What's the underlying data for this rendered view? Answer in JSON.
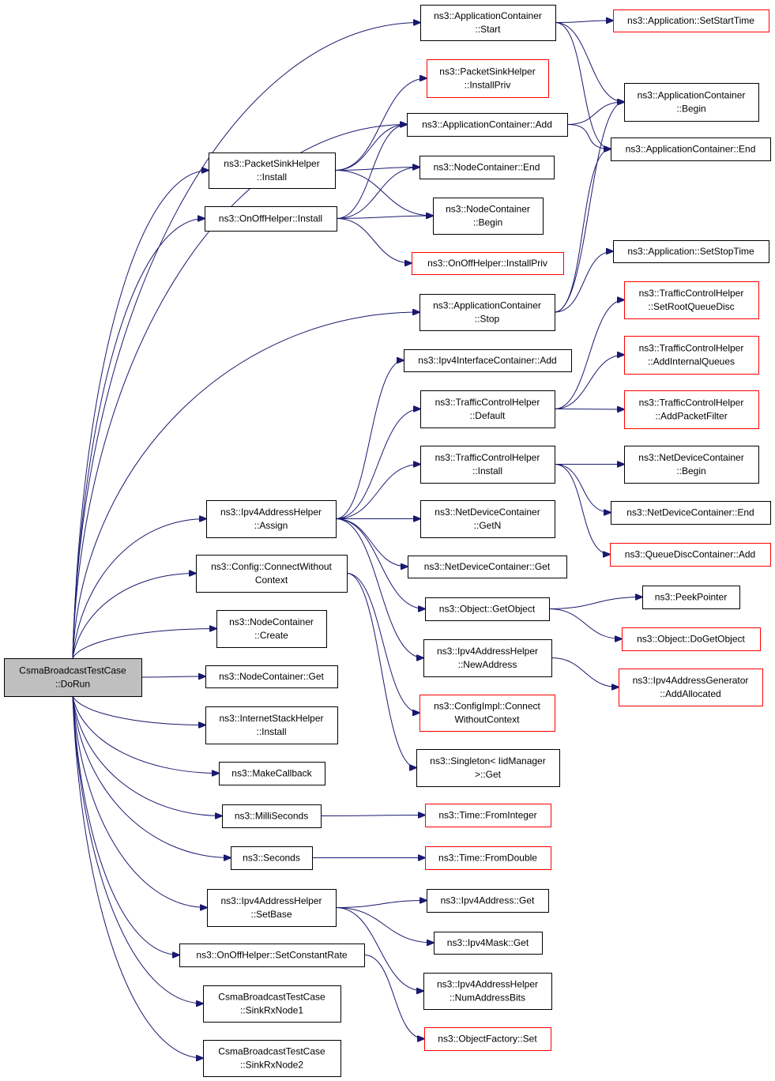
{
  "colors": {
    "edge": "#191970",
    "node_border": "#000000",
    "node_border_external": "#ff0000",
    "root_fill": "#bfbfbf",
    "node_fill": "#ffffff"
  },
  "nodes": {
    "root": {
      "lines": [
        "CsmaBroadcastTestCase",
        "::DoRun"
      ]
    },
    "app_start": {
      "lines": [
        "ns3::ApplicationContainer",
        "::Start"
      ]
    },
    "app_setstarttime": {
      "lines": [
        "ns3::Application::SetStartTime"
      ]
    },
    "packetsink_installpriv": {
      "lines": [
        "ns3::PacketSinkHelper",
        "::InstallPriv"
      ]
    },
    "appcont_begin": {
      "lines": [
        "ns3::ApplicationContainer",
        "::Begin"
      ]
    },
    "appcont_add": {
      "lines": [
        "ns3::ApplicationContainer::Add"
      ]
    },
    "appcont_end": {
      "lines": [
        "ns3::ApplicationContainer::End"
      ]
    },
    "packetsink_install": {
      "lines": [
        "ns3::PacketSinkHelper",
        "::Install"
      ]
    },
    "nodecont_end": {
      "lines": [
        "ns3::NodeContainer::End"
      ]
    },
    "onoff_install": {
      "lines": [
        "ns3::OnOffHelper::Install"
      ]
    },
    "nodecont_begin": {
      "lines": [
        "ns3::NodeContainer",
        "::Begin"
      ]
    },
    "onoff_installpriv": {
      "lines": [
        "ns3::OnOffHelper::InstallPriv"
      ]
    },
    "app_setstoptime": {
      "lines": [
        "ns3::Application::SetStopTime"
      ]
    },
    "appcont_stop": {
      "lines": [
        "ns3::ApplicationContainer",
        "::Stop"
      ]
    },
    "tch_setroot": {
      "lines": [
        "ns3::TrafficControlHelper",
        "::SetRootQueueDisc"
      ]
    },
    "ipv4ic_add": {
      "lines": [
        "ns3::Ipv4InterfaceContainer::Add"
      ]
    },
    "tch_addinternal": {
      "lines": [
        "ns3::TrafficControlHelper",
        "::AddInternalQueues"
      ]
    },
    "tch_default": {
      "lines": [
        "ns3::TrafficControlHelper",
        "::Default"
      ]
    },
    "tch_addpacketfilter": {
      "lines": [
        "ns3::TrafficControlHelper",
        "::AddPacketFilter"
      ]
    },
    "tch_install": {
      "lines": [
        "ns3::TrafficControlHelper",
        "::Install"
      ]
    },
    "ndc_begin": {
      "lines": [
        "ns3::NetDeviceContainer",
        "::Begin"
      ]
    },
    "ipv4ah_assign": {
      "lines": [
        "ns3::Ipv4AddressHelper",
        "::Assign"
      ]
    },
    "ndc_getn": {
      "lines": [
        "ns3::NetDeviceContainer",
        "::GetN"
      ]
    },
    "ndc_end": {
      "lines": [
        "ns3::NetDeviceContainer::End"
      ]
    },
    "qdc_add": {
      "lines": [
        "ns3::QueueDiscContainer::Add"
      ]
    },
    "config_connect": {
      "lines": [
        "ns3::Config::ConnectWithout",
        "Context"
      ]
    },
    "ndc_get": {
      "lines": [
        "ns3::NetDeviceContainer::Get"
      ]
    },
    "peekpointer": {
      "lines": [
        "ns3::PeekPointer"
      ]
    },
    "object_getobject": {
      "lines": [
        "ns3::Object::GetObject"
      ]
    },
    "nodecont_create": {
      "lines": [
        "ns3::NodeContainer",
        "::Create"
      ]
    },
    "object_dogetobject": {
      "lines": [
        "ns3::Object::DoGetObject"
      ]
    },
    "ipv4ah_newaddress": {
      "lines": [
        "ns3::Ipv4AddressHelper",
        "::NewAddress"
      ]
    },
    "nodecont_get": {
      "lines": [
        "ns3::NodeContainer::Get"
      ]
    },
    "ipv4ag_addallocated": {
      "lines": [
        "ns3::Ipv4AddressGenerator",
        "::AddAllocated"
      ]
    },
    "internetstack_install": {
      "lines": [
        "ns3::InternetStackHelper",
        "::Install"
      ]
    },
    "configimpl_connect": {
      "lines": [
        "ns3::ConfigImpl::Connect",
        "WithoutContext"
      ]
    },
    "singleton_get": {
      "lines": [
        "ns3::Singleton< IidManager",
        ">::Get"
      ]
    },
    "makecallback": {
      "lines": [
        "ns3::MakeCallback"
      ]
    },
    "milliseconds": {
      "lines": [
        "ns3::MilliSeconds"
      ]
    },
    "time_frominteger": {
      "lines": [
        "ns3::Time::FromInteger"
      ]
    },
    "seconds": {
      "lines": [
        "ns3::Seconds"
      ]
    },
    "time_fromdouble": {
      "lines": [
        "ns3::Time::FromDouble"
      ]
    },
    "ipv4ah_setbase": {
      "lines": [
        "ns3::Ipv4AddressHelper",
        "::SetBase"
      ]
    },
    "ipv4address_get": {
      "lines": [
        "ns3::Ipv4Address::Get"
      ]
    },
    "ipv4mask_get": {
      "lines": [
        "ns3::Ipv4Mask::Get"
      ]
    },
    "onoff_setconstantrate": {
      "lines": [
        "ns3::OnOffHelper::SetConstantRate"
      ]
    },
    "ipv4ah_numaddressbits": {
      "lines": [
        "ns3::Ipv4AddressHelper",
        "::NumAddressBits"
      ]
    },
    "sinkrxnode1": {
      "lines": [
        "CsmaBroadcastTestCase",
        "::SinkRxNode1"
      ]
    },
    "objectfactory_set": {
      "lines": [
        "ns3::ObjectFactory::Set"
      ]
    },
    "sinkrxnode2": {
      "lines": [
        "CsmaBroadcastTestCase",
        "::SinkRxNode2"
      ]
    }
  },
  "external_nodes": [
    "app_setstarttime",
    "packetsink_installpriv",
    "onoff_installpriv",
    "tch_setroot",
    "tch_addinternal",
    "tch_addpacketfilter",
    "qdc_add",
    "object_dogetobject",
    "ipv4ag_addallocated",
    "configimpl_connect",
    "time_frominteger",
    "time_fromdouble",
    "objectfactory_set"
  ],
  "root_node": "root",
  "edges": [
    [
      "root",
      "app_start"
    ],
    [
      "root",
      "appcont_add"
    ],
    [
      "root",
      "packetsink_install"
    ],
    [
      "root",
      "onoff_install"
    ],
    [
      "root",
      "appcont_stop"
    ],
    [
      "root",
      "ipv4ah_assign"
    ],
    [
      "root",
      "config_connect"
    ],
    [
      "root",
      "nodecont_create"
    ],
    [
      "root",
      "nodecont_get"
    ],
    [
      "root",
      "internetstack_install"
    ],
    [
      "root",
      "makecallback"
    ],
    [
      "root",
      "milliseconds"
    ],
    [
      "root",
      "seconds"
    ],
    [
      "root",
      "ipv4ah_setbase"
    ],
    [
      "root",
      "onoff_setconstantrate"
    ],
    [
      "root",
      "sinkrxnode1"
    ],
    [
      "root",
      "sinkrxnode2"
    ],
    [
      "app_start",
      "app_setstarttime"
    ],
    [
      "app_start",
      "appcont_begin"
    ],
    [
      "app_start",
      "appcont_end"
    ],
    [
      "appcont_add",
      "appcont_begin"
    ],
    [
      "appcont_add",
      "appcont_end"
    ],
    [
      "packetsink_install",
      "packetsink_installpriv"
    ],
    [
      "packetsink_install",
      "appcont_add"
    ],
    [
      "packetsink_install",
      "nodecont_end"
    ],
    [
      "packetsink_install",
      "nodecont_begin"
    ],
    [
      "onoff_install",
      "appcont_add"
    ],
    [
      "onoff_install",
      "nodecont_end"
    ],
    [
      "onoff_install",
      "nodecont_begin"
    ],
    [
      "onoff_install",
      "onoff_installpriv"
    ],
    [
      "appcont_stop",
      "appcont_begin"
    ],
    [
      "appcont_stop",
      "appcont_end"
    ],
    [
      "appcont_stop",
      "app_setstoptime"
    ],
    [
      "ipv4ah_assign",
      "ipv4ic_add"
    ],
    [
      "ipv4ah_assign",
      "tch_default"
    ],
    [
      "ipv4ah_assign",
      "tch_install"
    ],
    [
      "ipv4ah_assign",
      "ndc_getn"
    ],
    [
      "ipv4ah_assign",
      "ndc_get"
    ],
    [
      "ipv4ah_assign",
      "object_getobject"
    ],
    [
      "ipv4ah_assign",
      "ipv4ah_newaddress"
    ],
    [
      "tch_default",
      "tch_setroot"
    ],
    [
      "tch_default",
      "tch_addinternal"
    ],
    [
      "tch_default",
      "tch_addpacketfilter"
    ],
    [
      "tch_install",
      "ndc_begin"
    ],
    [
      "tch_install",
      "ndc_end"
    ],
    [
      "tch_install",
      "qdc_add"
    ],
    [
      "config_connect",
      "configimpl_connect"
    ],
    [
      "config_connect",
      "singleton_get"
    ],
    [
      "object_getobject",
      "peekpointer"
    ],
    [
      "object_getobject",
      "object_dogetobject"
    ],
    [
      "ipv4ah_newaddress",
      "ipv4ag_addallocated"
    ],
    [
      "milliseconds",
      "time_frominteger"
    ],
    [
      "seconds",
      "time_fromdouble"
    ],
    [
      "ipv4ah_setbase",
      "ipv4address_get"
    ],
    [
      "ipv4ah_setbase",
      "ipv4mask_get"
    ],
    [
      "ipv4ah_setbase",
      "ipv4ah_numaddressbits"
    ],
    [
      "onoff_setconstantrate",
      "objectfactory_set"
    ]
  ]
}
